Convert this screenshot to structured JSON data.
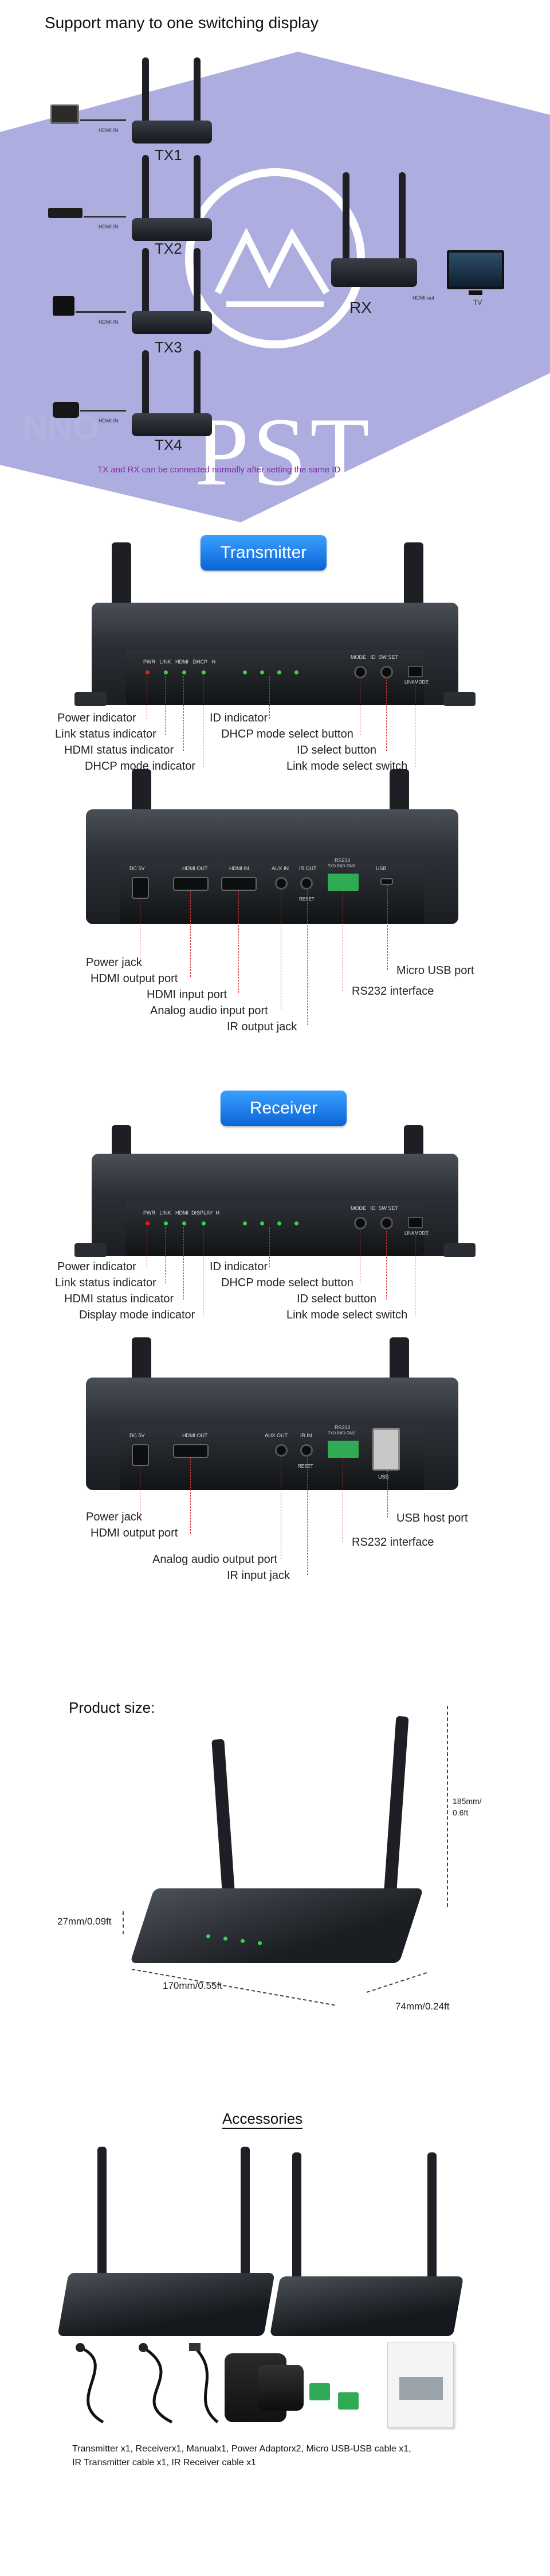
{
  "header": {
    "title": "Support many to one switching display"
  },
  "topology": {
    "tx_labels": [
      "TX1",
      "TX2",
      "TX3",
      "TX4"
    ],
    "rx_label": "RX",
    "tv_label": "TV",
    "hdmi_in": "HDMI IN",
    "hdmi_out": "HDMI out",
    "note": "TX and RX can be connected normally after setting the same ID"
  },
  "watermark": {
    "text": "PST",
    "faded_text": "NNO"
  },
  "transmitter": {
    "title": "Transmitter",
    "front_panel_text": [
      "PWR",
      "LINK",
      "HDMI",
      "DHCP",
      "H",
      "MODE",
      "ID",
      "SW",
      "SET",
      "LINKMODE"
    ],
    "front_labels_left": [
      "Power indicator",
      "Link status indicator",
      "HDMI status indicator",
      "DHCP mode indicator"
    ],
    "front_labels_right": [
      "ID indicator",
      "DHCP mode select button",
      "ID select button",
      "Link mode select switch"
    ],
    "back_panel_text": [
      "DC 5V",
      "HDMI OUT",
      "HDMI IN",
      "AUX IN",
      "IR OUT",
      "RS232",
      "TXD",
      "RXD",
      "GND",
      "USB",
      "RESET"
    ],
    "back_labels_left": [
      "Power jack",
      "HDMI output port",
      "HDMI input port",
      "Analog audio input port",
      "IR output jack"
    ],
    "back_labels_right": [
      "Micro USB port",
      "RS232 interface"
    ]
  },
  "receiver": {
    "title": "Receiver",
    "front_panel_text": [
      "PWR",
      "LINK",
      "HDMI",
      "DISPLAY",
      "H",
      "MODE",
      "ID",
      "SW",
      "SET",
      "LINKMODE"
    ],
    "front_labels_left": [
      "Power indicator",
      "Link status indicator",
      "HDMI status indicator",
      "Display mode indicator"
    ],
    "front_labels_right": [
      "ID indicator",
      "DHCP mode select button",
      "ID select button",
      "Link mode select switch"
    ],
    "back_panel_text": [
      "DC 5V",
      "HDMI OUT",
      "AUX OUT",
      "IR IN",
      "RS232",
      "TXD",
      "RXD",
      "GND",
      "USB",
      "RESET"
    ],
    "back_labels_left": [
      "Power jack",
      "HDMI output port",
      "Analog audio output port",
      "IR input jack"
    ],
    "back_labels_right": [
      "USB host port",
      "RS232 interface"
    ]
  },
  "product_size": {
    "title": "Product size:",
    "height": "185mm/",
    "height2": "0.6ft",
    "depth": "27mm/0.09ft",
    "width": "170mm/0.55ft",
    "length": "74mm/0.24ft"
  },
  "accessories": {
    "title": "Accessories",
    "list": [
      "Transmitter x1, Receiverx1, Manualx1, Power Adaptorx2, Micro USB-USB cable x1,",
      "IR Transmitter cable x1, IR Receiver cable x1"
    ]
  },
  "colors": {
    "accent": "#0b64d6",
    "watermark": "#4a4ab8",
    "callout": "#dd3333"
  }
}
